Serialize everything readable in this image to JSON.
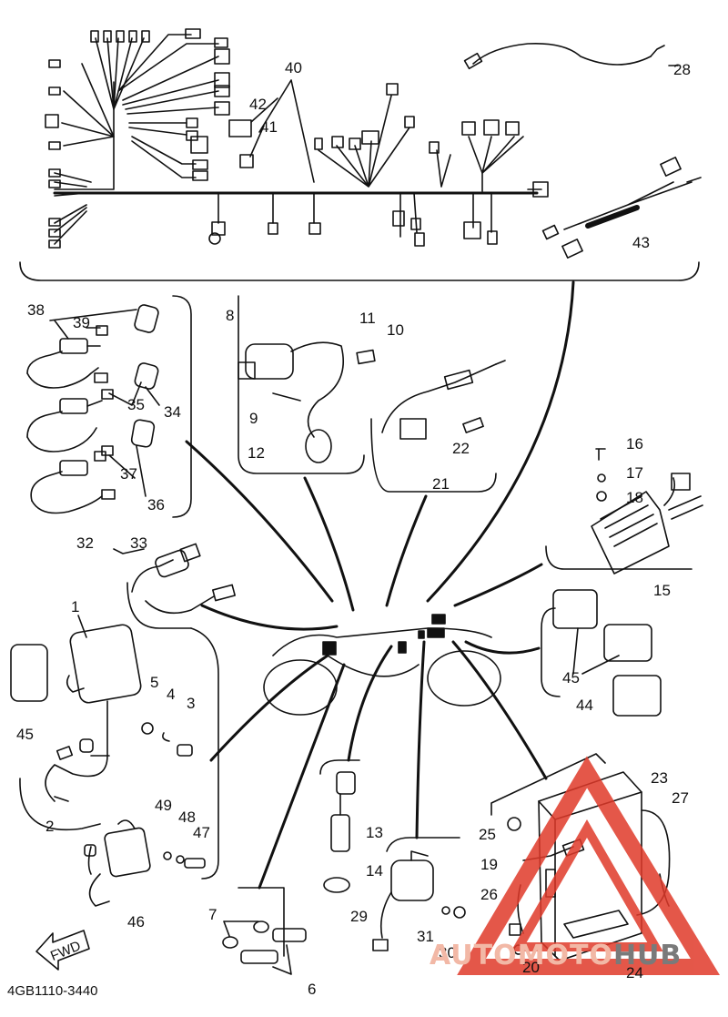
{
  "diagram": {
    "code": "4GB1110-3440",
    "direction": "FWD",
    "watermark": {
      "part1": "AUTOMOTO",
      "part2": "HUB"
    },
    "callouts": [
      "1",
      "2",
      "3",
      "4",
      "5",
      "6",
      "7",
      "8",
      "9",
      "10",
      "11",
      "12",
      "13",
      "14",
      "15",
      "16",
      "17",
      "18",
      "19",
      "20",
      "21",
      "22",
      "23",
      "24",
      "25",
      "26",
      "27",
      "28",
      "29",
      "30",
      "31",
      "32",
      "33",
      "34",
      "35",
      "36",
      "37",
      "38",
      "39",
      "40",
      "41",
      "42",
      "43",
      "44",
      "45",
      "45",
      "46",
      "47",
      "48",
      "49"
    ]
  },
  "colors": {
    "line": "#111111",
    "watermark_red": "#e03a2a",
    "watermark_gray": "#7a7a7a"
  }
}
